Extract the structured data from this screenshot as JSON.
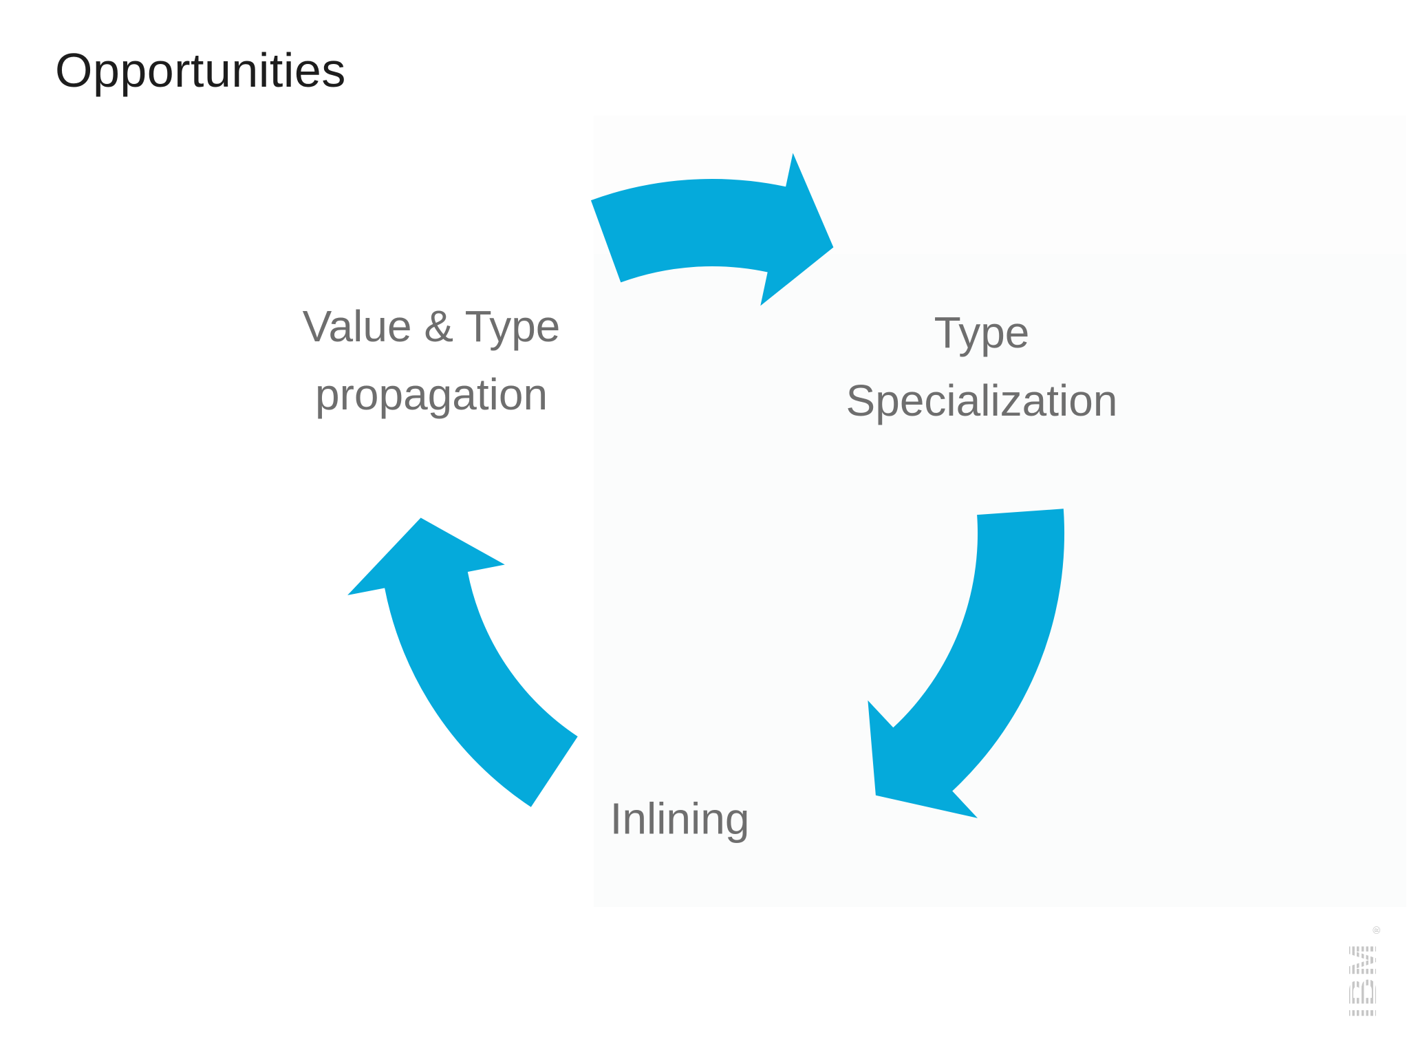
{
  "slide": {
    "title": "Opportunities",
    "cycle": {
      "arrow_color": "#05AADB",
      "label_color": "#6E6E6E",
      "nodes": [
        {
          "id": "value-type-propagation",
          "label": "Value & Type\npropagation"
        },
        {
          "id": "type-specialization",
          "label": "Type\nSpecialization"
        },
        {
          "id": "inlining",
          "label": "Inlining"
        }
      ]
    },
    "footer": {
      "logo_text": "IBM",
      "registered_mark": "®"
    }
  }
}
